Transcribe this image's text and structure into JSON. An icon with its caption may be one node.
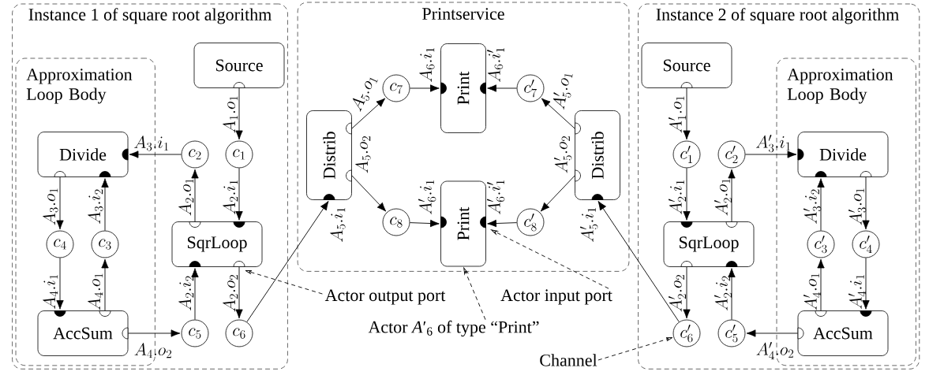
{
  "diagram": {
    "nodes": [
      {
        "text": [
          "Instance 1 of square root algorithm"
        ]
      },
      {
        "text": [
          "Approximation Loop Body"
        ],
        "in": 0
      },
      {
        "text": [
          "Source"
        ],
        "in": 0
      },
      {
        "text": [
          "Divide"
        ],
        "in": 1
      },
      {
        "text": [
          "AccSum"
        ],
        "in": 1
      },
      {
        "text": [
          "SqrLoop"
        ],
        "in": 0
      },
      {
        "text": [
          "c_1"
        ],
        "in": 0
      },
      {
        "text": [
          "c_2"
        ],
        "in": 0
      },
      {
        "text": [
          "c_3"
        ],
        "in": 1
      },
      {
        "text": [
          "c_4"
        ],
        "in": 1
      },
      {
        "text": [
          "c_5"
        ],
        "in": 0
      },
      {
        "text": [
          "c_6"
        ],
        "in": 0
      },
      {
        "text": [
          "Printservice"
        ]
      },
      {
        "text": [
          "Distrib"
        ],
        "in": 12
      },
      {
        "text": [
          "c_7"
        ],
        "in": 12
      },
      {
        "text": [
          "Print"
        ],
        "in": 12
      },
      {
        "text": [
          "c'_7"
        ],
        "in": 12
      },
      {
        "text": [
          "Distrib"
        ],
        "in": 12
      },
      {
        "text": [
          "c_8"
        ],
        "in": 12
      },
      {
        "text": [
          "Print"
        ],
        "in": 12
      },
      {
        "text": [
          "c'_8"
        ],
        "in": 12
      },
      {
        "text": [
          "Instance 2 of square root algorithm"
        ]
      },
      {
        "text": [
          "Approximation Loop Body"
        ],
        "in": 21
      },
      {
        "text": [
          "Source"
        ],
        "in": 21
      },
      {
        "text": [
          "c'_1"
        ],
        "in": 21
      },
      {
        "text": [
          "c'_2"
        ],
        "in": 21
      },
      {
        "text": [
          "Divide"
        ],
        "in": 22
      },
      {
        "text": [
          "SqrLoop"
        ],
        "in": 21
      },
      {
        "text": [
          "c'_3"
        ],
        "in": 22
      },
      {
        "text": [
          "c'_4"
        ],
        "in": 22
      },
      {
        "text": [
          "c'_6"
        ],
        "in": 21
      },
      {
        "text": [
          "c'_5"
        ],
        "in": 21
      },
      {
        "text": [
          "AccSum"
        ],
        "in": 22
      },
      {
        "text": [
          "Actor output port"
        ]
      },
      {
        "text": [
          "Actor input port"
        ]
      },
      {
        "text": [
          "Actor *A*′$_{6}$ of type “Print”"
        ]
      },
      {
        "text": [
          "Channel"
        ]
      }
    ],
    "edges": [
      {
        "from": 2,
        "to": 6,
        "arrow": "to",
        "label": "A_1.o_1"
      },
      {
        "from": 6,
        "to": 5,
        "arrow": "to",
        "label": "A_2.i_1"
      },
      {
        "from": 5,
        "to": 7,
        "arrow": "to",
        "label": "A_2.o_1"
      },
      {
        "from": 7,
        "to": 3,
        "arrow": "to",
        "label": "A_3.i_1"
      },
      {
        "from": 3,
        "to": 9,
        "arrow": "to",
        "label": "A_3.o_1"
      },
      {
        "from": 8,
        "to": 3,
        "arrow": "to",
        "label": "A_3.i_2"
      },
      {
        "from": 9,
        "to": 4,
        "arrow": "to",
        "label": "A_4.i_1"
      },
      {
        "from": 4,
        "to": 8,
        "arrow": "to",
        "label": "A_4.o_1"
      },
      {
        "from": 4,
        "to": 10,
        "arrow": "to",
        "label": "A_4.o_2"
      },
      {
        "from": 10,
        "to": 5,
        "arrow": "to",
        "label": "A_2.i_2"
      },
      {
        "from": 5,
        "to": 11,
        "arrow": "to",
        "label": "A_2.o_2"
      },
      {
        "from": 11,
        "to": 13,
        "arrow": "to",
        "label": "A_5.i_1"
      },
      {
        "from": 13,
        "to": 14,
        "arrow": "to",
        "label": "A_5.o_1"
      },
      {
        "from": 14,
        "to": 15,
        "arrow": "to",
        "label": "A_6.i_1"
      },
      {
        "from": 13,
        "to": 18,
        "arrow": "to",
        "label": "A_5.o_2"
      },
      {
        "from": 18,
        "to": 19,
        "arrow": "to",
        "label": "A'_6.i_1"
      },
      {
        "from": 17,
        "to": 16,
        "arrow": "to",
        "label": "A'_5.o_1"
      },
      {
        "from": 16,
        "to": 15,
        "arrow": "to",
        "label": "A_6.i'_1"
      },
      {
        "from": 17,
        "to": 20,
        "arrow": "to",
        "label": "A'_5.o_2"
      },
      {
        "from": 20,
        "to": 19,
        "arrow": "to",
        "label": "A'_6.i'_1"
      },
      {
        "from": 30,
        "to": 17,
        "arrow": "to",
        "label": "A'_5.i_1"
      },
      {
        "from": 23,
        "to": 24,
        "arrow": "to",
        "label": "A'_1.o_1"
      },
      {
        "from": 24,
        "to": 27,
        "arrow": "to",
        "label": "A'_2.i_1"
      },
      {
        "from": 27,
        "to": 25,
        "arrow": "to",
        "label": "A'_2.o_1"
      },
      {
        "from": 25,
        "to": 26,
        "arrow": "to",
        "label": "A'_3.i_1"
      },
      {
        "from": 28,
        "to": 26,
        "arrow": "to",
        "label": "A'_3.i_2"
      },
      {
        "from": 26,
        "to": 29,
        "arrow": "to",
        "label": "A'_3.o_1"
      },
      {
        "from": 32,
        "to": 28,
        "arrow": "to",
        "label": "A'_4.o_1"
      },
      {
        "from": 29,
        "to": 32,
        "arrow": "to",
        "label": "A'_4.i_1"
      },
      {
        "from": 32,
        "to": 31,
        "arrow": "to",
        "label": "A'_4.o_2"
      },
      {
        "from": 31,
        "to": 27,
        "arrow": "to",
        "label": "A'_2.i_2"
      },
      {
        "from": 27,
        "to": 30,
        "arrow": "to",
        "label": "A'_2.o_2"
      },
      {
        "from": 33,
        "to": 5,
        "arrow": "to",
        "style": "dashed"
      },
      {
        "from": 34,
        "to": 19,
        "arrow": "to",
        "style": "dashed"
      },
      {
        "from": 35,
        "to": 19,
        "arrow": "to",
        "style": "dashed"
      },
      {
        "from": 36,
        "to": 30,
        "arrow": "to",
        "style": "dashed"
      }
    ]
  }
}
